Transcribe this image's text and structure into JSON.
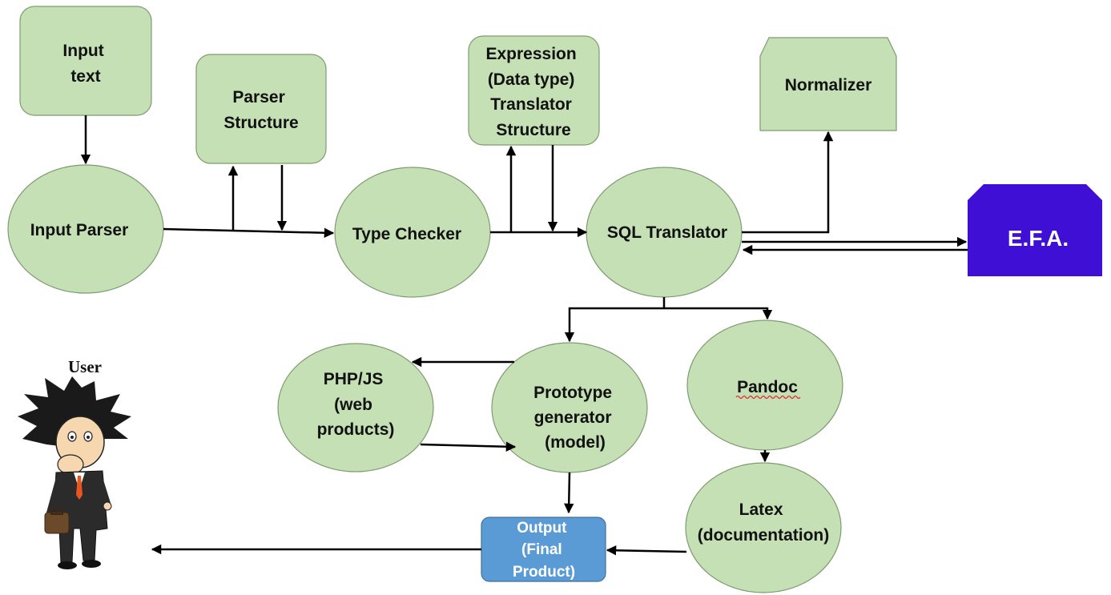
{
  "nodes": {
    "input_text": {
      "lines": [
        "Input",
        "text"
      ]
    },
    "parser_structure": {
      "lines": [
        "Parser",
        "Structure"
      ]
    },
    "expression_translator": {
      "lines": [
        "Expression",
        "(Data type)",
        "Translator",
        "Structure"
      ]
    },
    "normalizer": {
      "lines": [
        "Normalizer"
      ]
    },
    "input_parser": {
      "lines": [
        "Input Parser"
      ]
    },
    "type_checker": {
      "lines": [
        "Type Checker"
      ]
    },
    "sql_translator": {
      "lines": [
        "SQL Translator"
      ]
    },
    "efa": {
      "lines": [
        "E.F.A."
      ]
    },
    "php_js": {
      "lines": [
        "PHP/JS",
        "(web",
        "products)"
      ]
    },
    "prototype_generator": {
      "lines": [
        "Prototype",
        "generator",
        "(model)"
      ]
    },
    "pandoc": {
      "lines": [
        "Pandoc"
      ]
    },
    "latex": {
      "lines": [
        "Latex",
        "(documentation)"
      ]
    },
    "output": {
      "lines": [
        "Output",
        "(Final",
        "Product)"
      ]
    }
  },
  "user": {
    "label": "User"
  },
  "colors": {
    "node_fill": "#c5e0b4",
    "node_border": "#7f9b72",
    "efa_fill": "#3f0fd6",
    "output_fill": "#5b9bd5",
    "edge": "#000000"
  }
}
